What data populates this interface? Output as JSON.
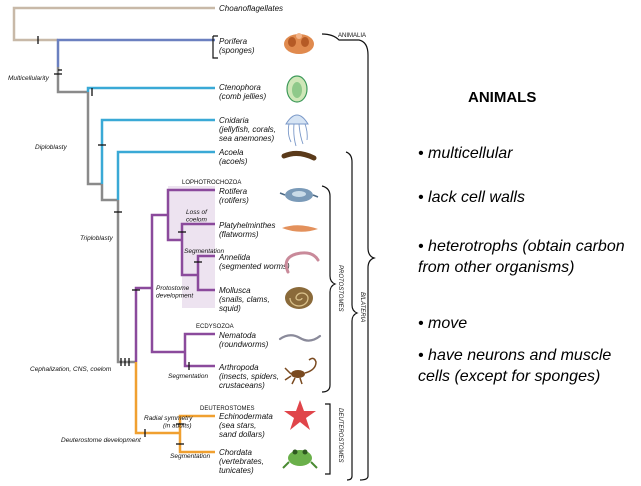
{
  "heading": "ANIMALS",
  "bullets": [
    "• multicellular",
    "• lack cell walls",
    "• heterotrophs (obtain carbon from other organisms)",
    "• move",
    "• have neurons and muscle cells (except for sponges)"
  ],
  "taxa": [
    {
      "id": "choanoflagellates",
      "lines": [
        "Choanoflagellates"
      ]
    },
    {
      "id": "porifera",
      "lines": [
        "Porifera",
        "(sponges)"
      ]
    },
    {
      "id": "ctenophora",
      "lines": [
        "Ctenophora",
        "(comb jellies)"
      ]
    },
    {
      "id": "cnidaria",
      "lines": [
        "Cnidaria",
        "(jellyfish, corals,",
        "sea anemones)"
      ]
    },
    {
      "id": "acoela",
      "lines": [
        "Acoela",
        "(acoels)"
      ]
    },
    {
      "id": "rotifera",
      "lines": [
        "Rotifera",
        "(rotifers)"
      ]
    },
    {
      "id": "platyhelminthes",
      "lines": [
        "Platyhelminthes",
        "(flatworms)"
      ]
    },
    {
      "id": "annelida",
      "lines": [
        "Annelida",
        "(segmented worms)"
      ]
    },
    {
      "id": "mollusca",
      "lines": [
        "Mollusca",
        "(snails, clams,",
        "squid)"
      ]
    },
    {
      "id": "nematoda",
      "lines": [
        "Nematoda",
        "(roundworms)"
      ]
    },
    {
      "id": "arthropoda",
      "lines": [
        "Arthropoda",
        "(insects, spiders,",
        "crustaceans)"
      ]
    },
    {
      "id": "echinodermata",
      "lines": [
        "Echinodermata",
        "(sea stars,",
        "sand dollars)"
      ]
    },
    {
      "id": "chordata",
      "lines": [
        "Chordata",
        "(vertebrates,",
        "tunicates)"
      ]
    }
  ],
  "characters": {
    "multicellularity": "Multicellularity",
    "diploblasty": "Diploblasty",
    "triploblasty": "Triploblasty",
    "cephalization": "Cephalization, CNS, coelom",
    "protostome": [
      "Protostome",
      "development"
    ],
    "loss_coelom": [
      "Loss of",
      "coelom"
    ],
    "segmentation_annelid": "Segmentation",
    "segmentation_arthropod": "Segmentation",
    "radial_symmetry": [
      "Radial symmetry",
      "(in adults)"
    ],
    "deuterostome": "Deuterostome development",
    "segmentation_chordate": "Segmentation"
  },
  "groups": {
    "lophotrochozoa": "LOPHOTROCHOZOA",
    "ecdysozoa": "ECDYSOZOA",
    "deuterostomes_header": "DEUTEROSTOMES",
    "animalia": "ANIMALIA",
    "bilateria": "BILATERIA",
    "protostomes": "PROTOSTOMES",
    "deuterostomes_vertical": "DEUTEROSTOMES"
  },
  "colors": {
    "root": "#c8b9a8",
    "sponge": "#6b80c0",
    "ctenophore": "#3aa9d6",
    "bilaterian": "#8a8a8a",
    "protostome": "#8b4a9c",
    "deuterostome": "#f0a030",
    "shade": "#ede3f0"
  }
}
